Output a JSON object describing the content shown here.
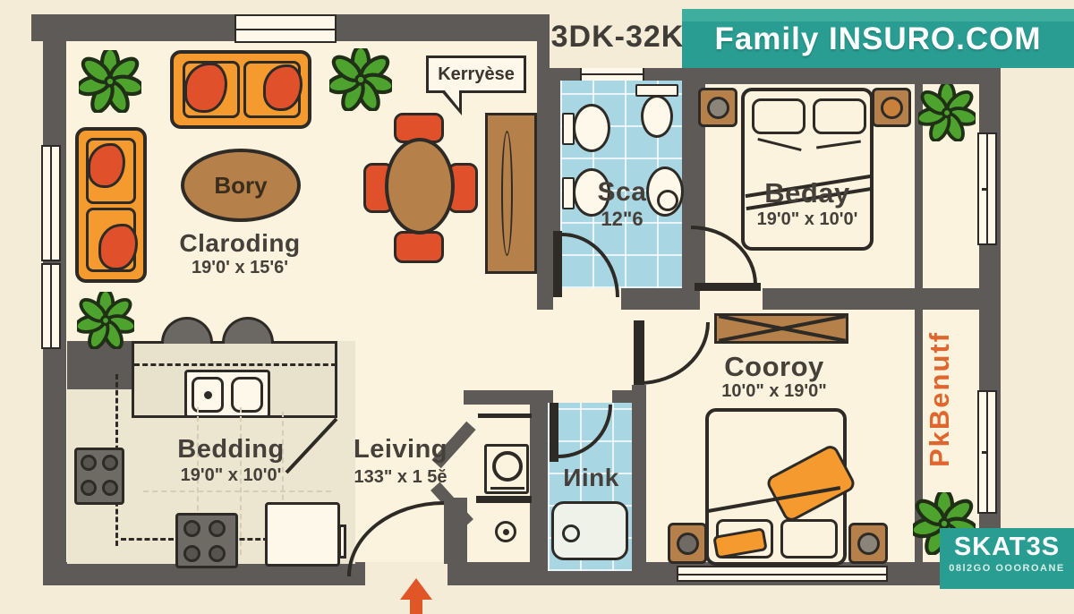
{
  "header": {
    "unit_label": "3DK-32K",
    "brand": "Family INSURO.COM"
  },
  "living": {
    "name": "Claroding",
    "dims": "19'0' x 15'6'",
    "table_label": "Bory",
    "bubble": "Kerryèse"
  },
  "bathroom_top": {
    "name": "Sca",
    "dims": "12\"6"
  },
  "bedroom_top": {
    "name": "Beday",
    "dims": "19'0\" x 10'0'"
  },
  "bedroom_bottom": {
    "name": "Cooroy",
    "dims": "10'0\" x 19'0\""
  },
  "kitchen": {
    "name": "Bedding",
    "dims": "19'0\" x 10'0'"
  },
  "hall": {
    "name": "Leiving",
    "dims": "133\" x 1 5ĕ"
  },
  "bathroom_bottom": {
    "name": "Иink"
  },
  "right_margin": {
    "vertical_text": "PkBenutf"
  },
  "badge": {
    "title": "SKAT3S",
    "subtitle": "08l2GO OOOROANE"
  },
  "icons": [
    "plant-icon",
    "toilet-icon",
    "sink-icon",
    "bathtub-icon",
    "washing-machine-icon",
    "stove-icon",
    "kitchen-sink-icon",
    "entrance-arrow-icon",
    "door-arc",
    "window",
    "bed",
    "sofa",
    "dining-table",
    "coffee-table",
    "dresser",
    "nightstand",
    "counter-stool",
    "fridge"
  ],
  "colors": {
    "wall": "#5d5a57",
    "floor": "#fbf3dd",
    "outer_bg": "#f5ecd8",
    "teal": "#2a9d93",
    "tile_blue": "#a9d6e3",
    "sofa_orange": "#f49a2f",
    "cushion_red": "#e0512b",
    "wood_brown": "#b5804a",
    "plant_green": "#4ea32f",
    "arrow_orange": "#e05626",
    "outline": "#2e2b27",
    "side_text_orange": "#e0662f",
    "label_text": "#45403a"
  }
}
